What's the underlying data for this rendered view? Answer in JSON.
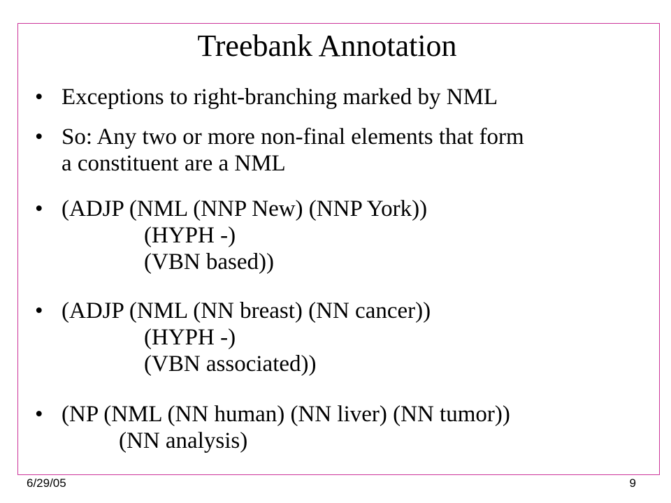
{
  "slide": {
    "title": "Treebank Annotation",
    "bullet_symbol": "•",
    "bullets": [
      {
        "lines": [
          "Exceptions to right-branching marked by NML"
        ]
      },
      {
        "lines": [
          "So: Any two or more non-final elements that form",
          "a constituent are a NML"
        ]
      },
      {
        "lines": [
          "(ADJP (NML (NNP New) (NNP York))",
          "(HYPH -)",
          "(VBN based))"
        ]
      },
      {
        "lines": [
          "(ADJP (NML (NN breast) (NN cancer))",
          "(HYPH -)",
          "(VBN associated))"
        ]
      },
      {
        "lines": [
          "(NP (NML (NN human) (NN liver) (NN tumor))",
          "(NN analysis)"
        ]
      }
    ],
    "border_color": "#cc3399"
  },
  "footer": {
    "date": "6/29/05",
    "page_number": "9"
  }
}
